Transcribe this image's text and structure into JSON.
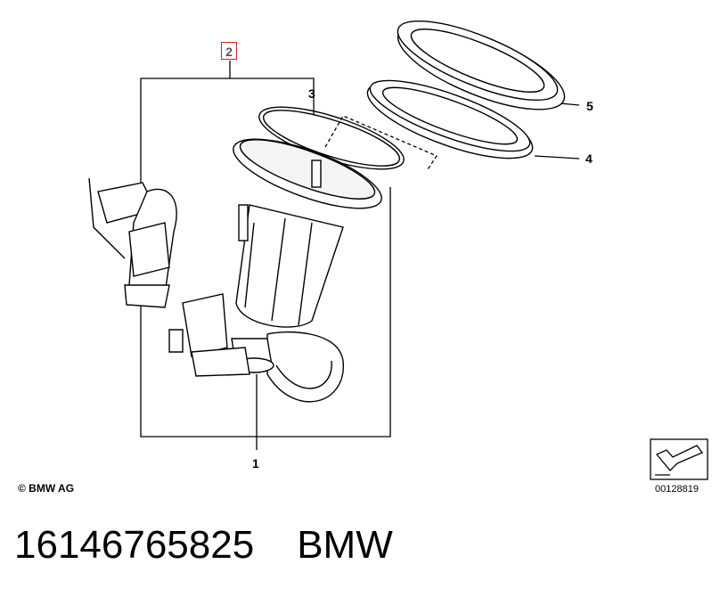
{
  "callouts": {
    "c1": "1",
    "c2": "2",
    "c3": "3",
    "c4": "4",
    "c5": "5"
  },
  "copyright": "© BMW AG",
  "reference_number": "00128819",
  "part_number": "16146765825",
  "brand": "BMW",
  "colors": {
    "highlight_box": "#cc2222",
    "line": "#000000",
    "background": "#ffffff"
  },
  "icons": {
    "view_arrow": "arrow-view-icon"
  }
}
